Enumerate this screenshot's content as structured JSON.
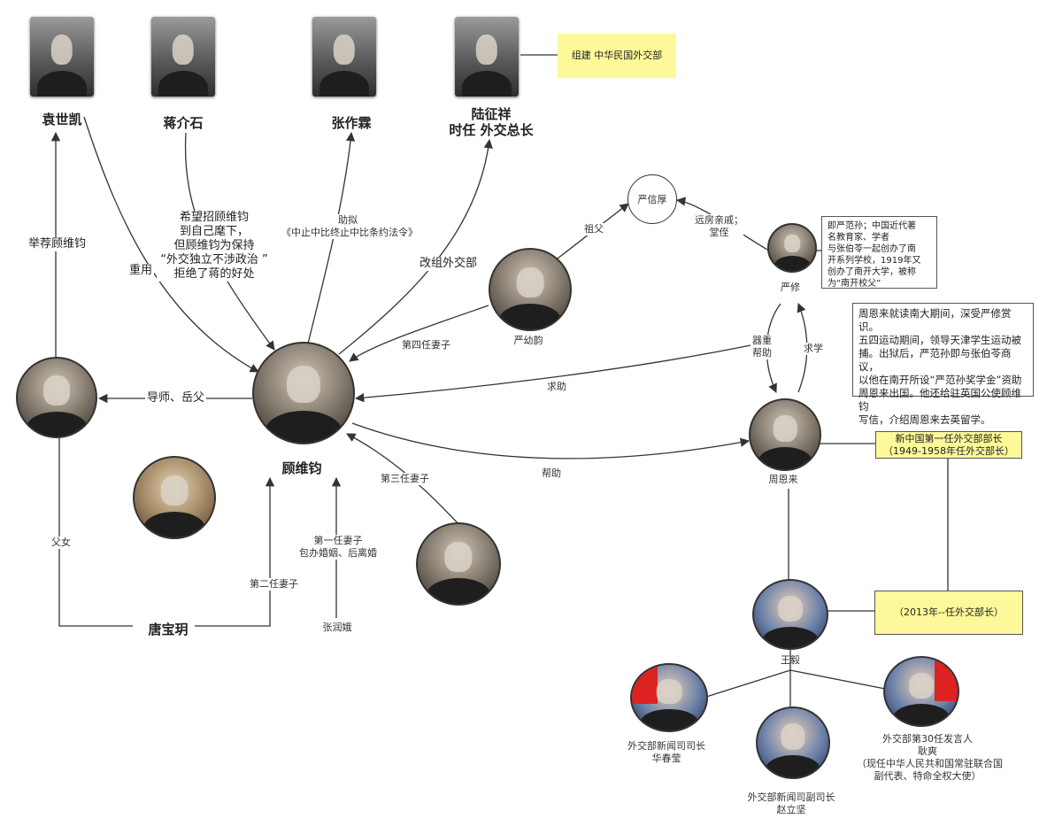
{
  "top": {
    "yuan": "袁世凯",
    "jiang": "蒋介石",
    "zhang": "张作霖",
    "lu_line1": "陆征祥",
    "lu_line2": "时任 外交总长"
  },
  "boxes": {
    "waijiaobu": "组建 中华民国外交部",
    "xinzhongguo_line1": "新中国第一任外交部部长",
    "xinzhongguo_line2": "（1949-1958年任外交部长）",
    "wangyi_term": "（2013年--任外交部长）"
  },
  "edges": {
    "jianjian": "举荐顾维钧",
    "zhongyong": "重用",
    "jiang_l1": "希望招顾维钧",
    "jiang_l2": "到自己麾下，",
    "jiang_l3": "但顾维钧为保持",
    "jiang_l4": "“外交独立不涉政治 ”",
    "jiang_l5": "拒绝了蒋的好处",
    "zhuni_l1": "助拟",
    "zhuni_l2": "《中止中比终止中比条约法令》",
    "gaizu": "改组外交部",
    "zufu": "祖父",
    "yuanfang_l1": "远房亲戚；",
    "yuanfang_l2": "堂侄",
    "disi": "第四任妻子",
    "qizhong_l1": "器重",
    "qizhong_l2": "帮助",
    "qiuxue": "求学",
    "qiuzhu": "求助",
    "bangzhu": "帮助",
    "daoshi": "导师、岳父",
    "disan": "第三任妻子",
    "fuhnv": "父女",
    "dier": "第二任妻子",
    "diyi_l1": "第一任妻子",
    "diyi_l2": "包办婚姻、后离婚"
  },
  "people": {
    "center": "顾维钧",
    "yanyouyun": "严幼韵",
    "yanxinhou": "严信厚",
    "yanxiu": "严修",
    "zhouenlai": "周恩来",
    "tangbaoyue": "唐宝玥",
    "zhangrune": "张润娥",
    "wangyi": "王毅",
    "hua_l1": "外交部新闻司司长",
    "hua_l2": "华春莹",
    "zhao_l1": "外交部新闻司副司长",
    "zhao_l2": "赵立坚",
    "geng_l1": "外交部第30任发言人",
    "geng_l2": "耿爽",
    "geng_l3": "（现任中华人民共和国常驻联合国",
    "geng_l4": "副代表、特命全权大使）"
  },
  "notes": {
    "yanxiu_l1": "即严范孙；中国近代著",
    "yanxiu_l2": "名教育家、学者",
    "yanxiu_l3": "与张伯苓一起创办了南",
    "yanxiu_l4": "开系列学校，1919年又",
    "yanxiu_l5": "创办了南开大学，被称",
    "yanxiu_l6": "为“南开校父”",
    "zhou_l1": "周恩来就读南大期间，深受严修赏识。",
    "zhou_l2": "五四运动期间，领导天津学生运动被",
    "zhou_l3": "捕。出狱后，严范孙即与张伯苓商议，",
    "zhou_l4": "以他在南开所设“严范孙奖学金”资助",
    "zhou_l5": "周恩来出国。他还给驻英国公使顾维钧",
    "zhou_l6": "写信，介绍周恩来去英留学。"
  },
  "icons": [
    "portrait-photo",
    "flag-photo"
  ]
}
